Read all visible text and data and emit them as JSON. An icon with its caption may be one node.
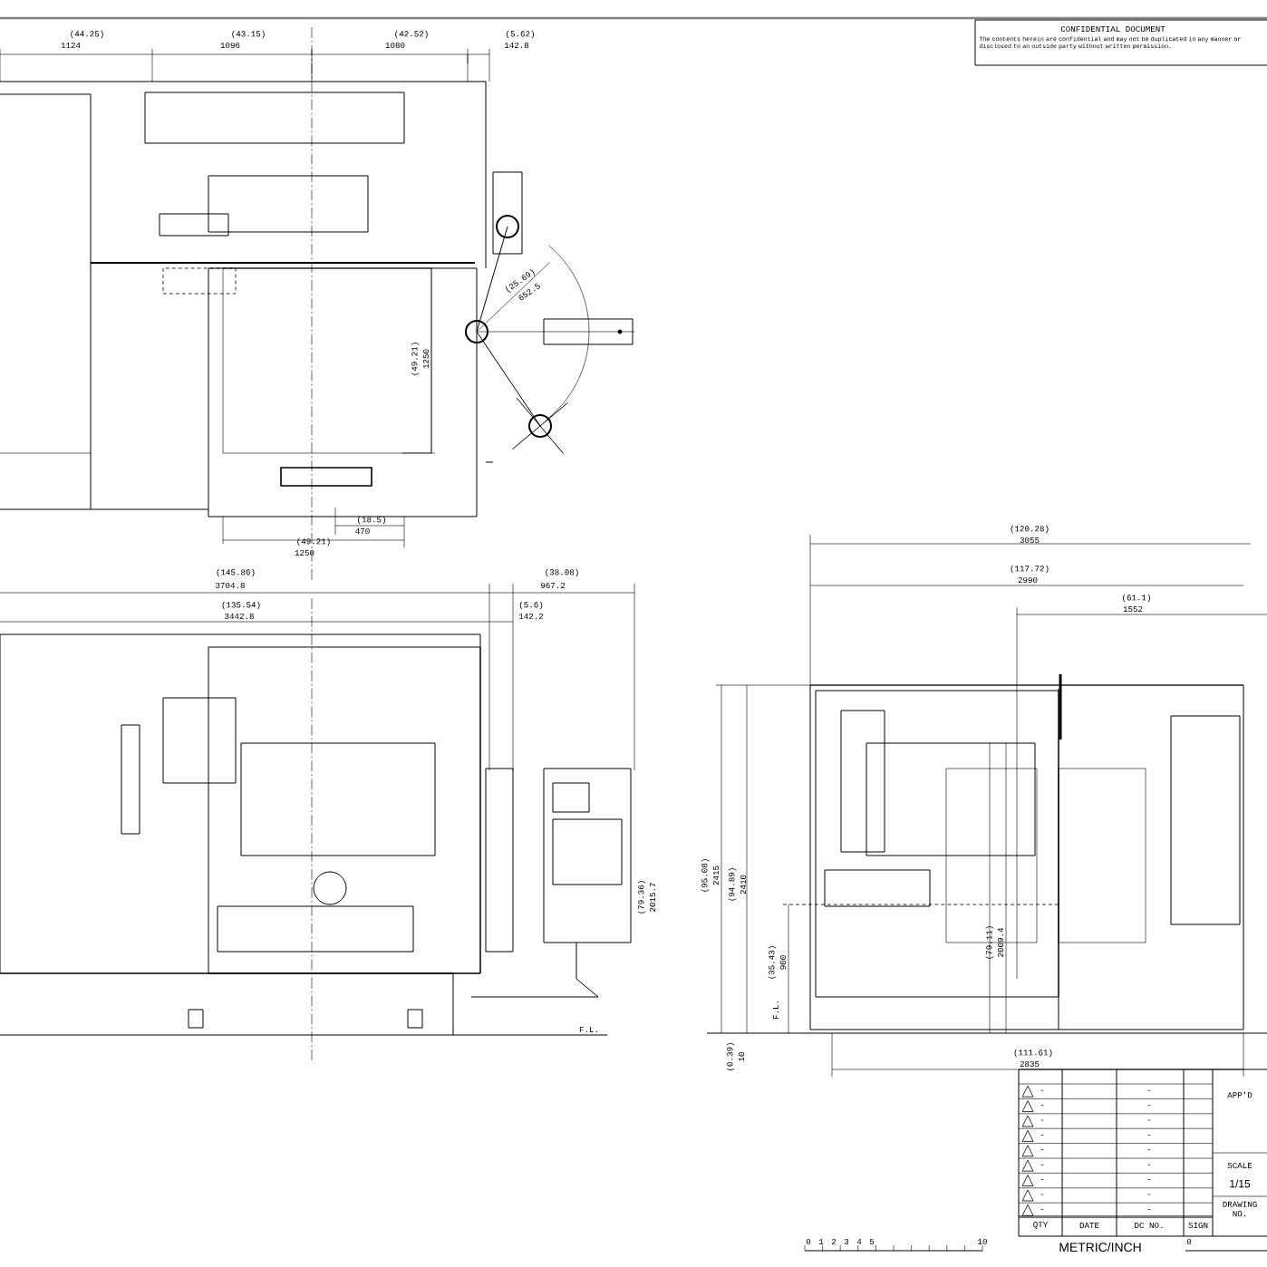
{
  "diagram": {
    "labels": [
      "CONFIDENTIAL DOCUMENT",
      "The contents herein are confidential and may not be duplicated in any manner or disclosed to an outside party without written permission.",
      "(44.25)",
      "1124",
      "(43.15)",
      "1096",
      "(42.52)",
      "1080",
      "(5.62)",
      "142.8",
      "(25.69)",
      "652.5",
      "(49.21)",
      "1250",
      "(18.5)",
      "470",
      "(49.21)",
      "1250",
      "(145.86)",
      "3704.8",
      "(38.08)",
      "967.2",
      "(135.54)",
      "3442.8",
      "(5.6)",
      "142.2",
      "(79.36)",
      "2015.7",
      "F.L.",
      "(120.28)",
      "3055",
      "(117.72)",
      "2990",
      "(61.1)",
      "1552",
      "(95.08)",
      "2415",
      "(94.89)",
      "2410",
      "(35.43)",
      "900",
      "F.L.",
      "(79.11)",
      "2009.4",
      "(111.61)",
      "2835",
      "(0.39)",
      "10",
      "-",
      "-",
      "-",
      "-",
      "-",
      "-",
      "-",
      "-",
      "-",
      "-",
      "-",
      "-",
      "-",
      "-",
      "-",
      "-",
      "-",
      "-",
      "APP'D",
      "SCALE",
      "1/15",
      "DRAWING NO.",
      "QTY",
      "DATE",
      "DC NO.",
      "SIGN",
      "METRIC/INCH",
      "0",
      "1",
      "2",
      "3",
      "4",
      "5",
      "10",
      "0"
    ]
  }
}
